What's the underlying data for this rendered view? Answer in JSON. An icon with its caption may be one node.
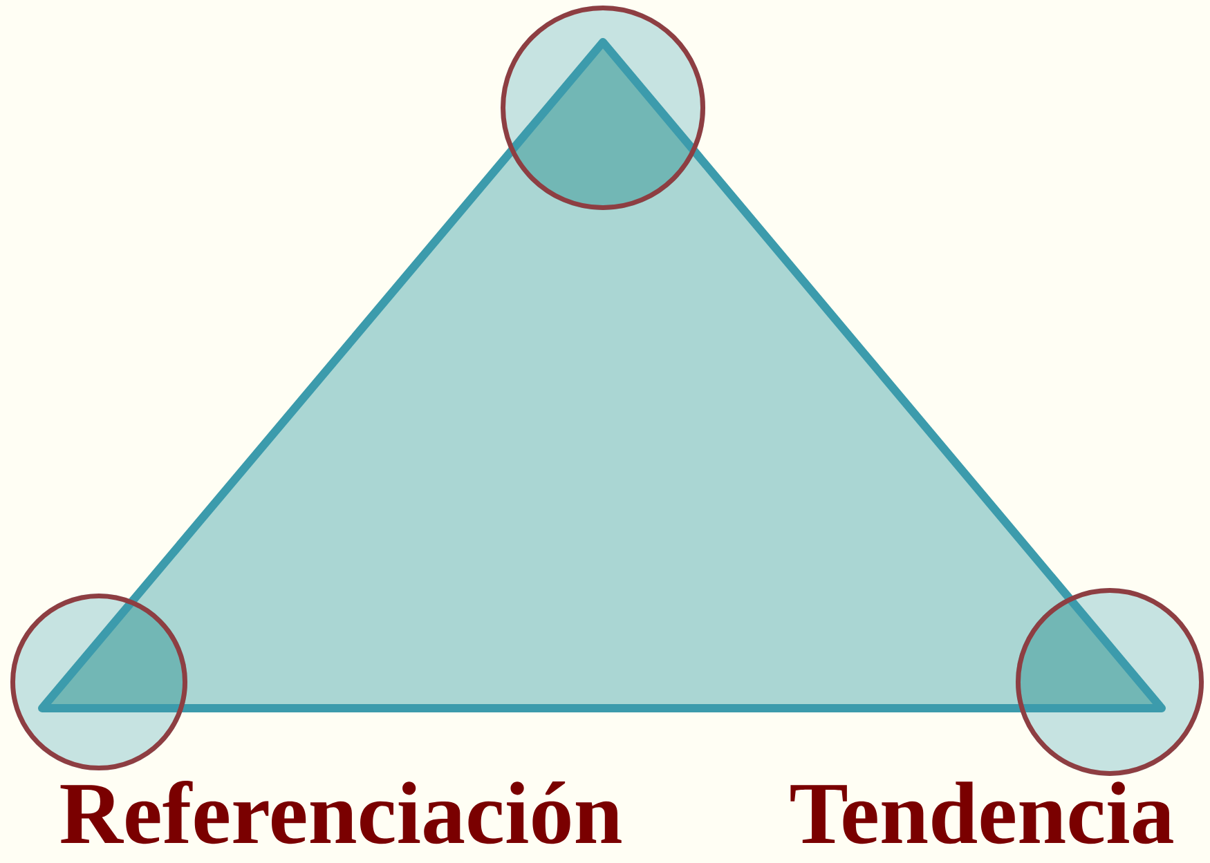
{
  "diagram": {
    "nodes": [
      {
        "text": [],
        "shape": "circle"
      },
      {
        "text": [],
        "shape": "circle",
        "beside": [
          "Referenciación"
        ]
      },
      {
        "text": [],
        "shape": "circle",
        "beside": [
          "Tendencia"
        ]
      }
    ]
  }
}
